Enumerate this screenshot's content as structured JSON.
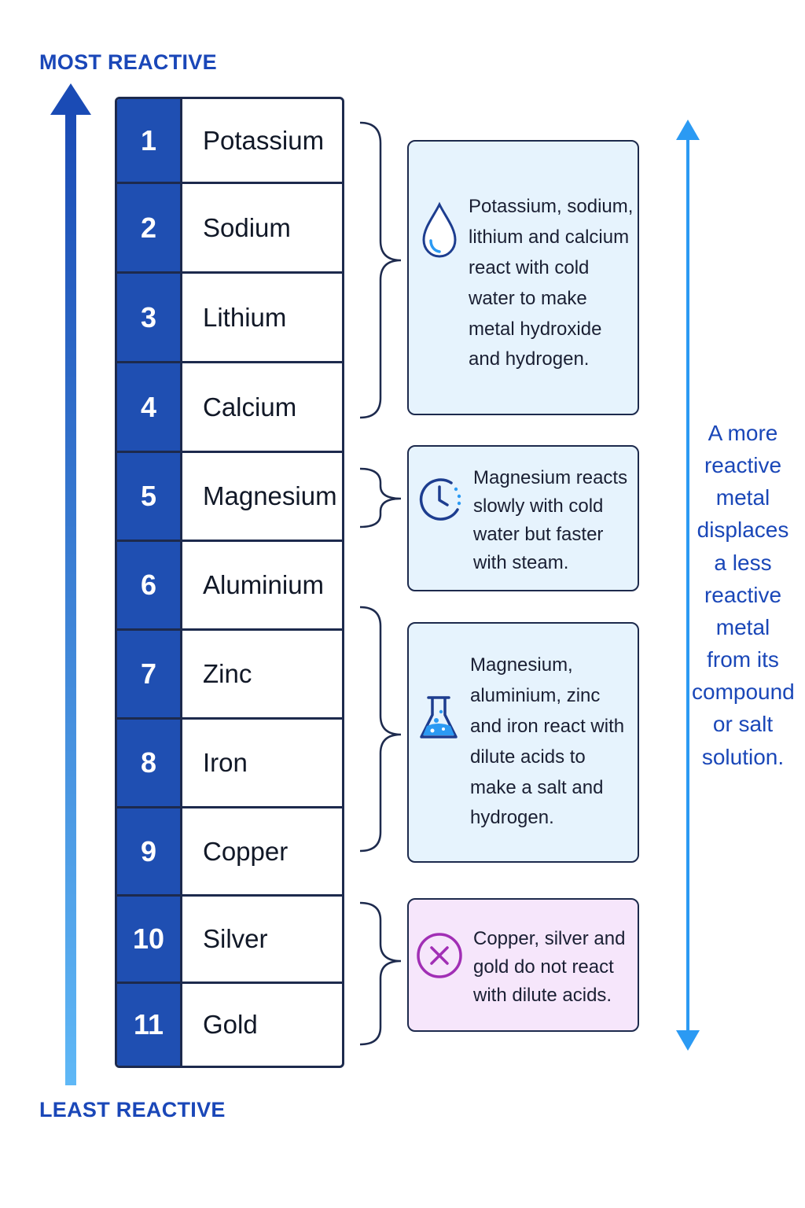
{
  "axis": {
    "top_label": "MOST REACTIVE",
    "bottom_label": "LEAST REACTIVE"
  },
  "series": [
    {
      "rank": "1",
      "metal": "Potassium"
    },
    {
      "rank": "2",
      "metal": "Sodium"
    },
    {
      "rank": "3",
      "metal": "Lithium"
    },
    {
      "rank": "4",
      "metal": "Calcium"
    },
    {
      "rank": "5",
      "metal": "Magnesium"
    },
    {
      "rank": "6",
      "metal": "Aluminium"
    },
    {
      "rank": "7",
      "metal": "Zinc"
    },
    {
      "rank": "8",
      "metal": "Iron"
    },
    {
      "rank": "9",
      "metal": "Copper"
    },
    {
      "rank": "10",
      "metal": "Silver"
    },
    {
      "rank": "11",
      "metal": "Gold"
    }
  ],
  "cards": {
    "water": {
      "icon": "water-drop-icon",
      "text": "Potassium, sodium, lithium and calcium react with cold water to make metal hydroxide and hydrogen."
    },
    "magnesium": {
      "icon": "clock-icon",
      "text": "Magnesium reacts slowly with cold water but faster with steam."
    },
    "acid": {
      "icon": "flask-icon",
      "text": "Magnesium, aluminium, zinc and iron react with dilute acids to make a salt and hydrogen."
    },
    "no_reaction": {
      "icon": "cross-circle-icon",
      "text": "Copper, silver and gold do not react with dilute acids."
    }
  },
  "side_note": "A more reactive metal displaces a less reactive metal from its compound or salt solution.",
  "colors": {
    "primary_blue": "#1f4fb2",
    "light_blue": "#2b9af3",
    "card_blue": "#e6f3fd",
    "card_purple": "#f6e6fb",
    "purple_icon": "#a12fb5",
    "outline": "#1d2a4d"
  }
}
